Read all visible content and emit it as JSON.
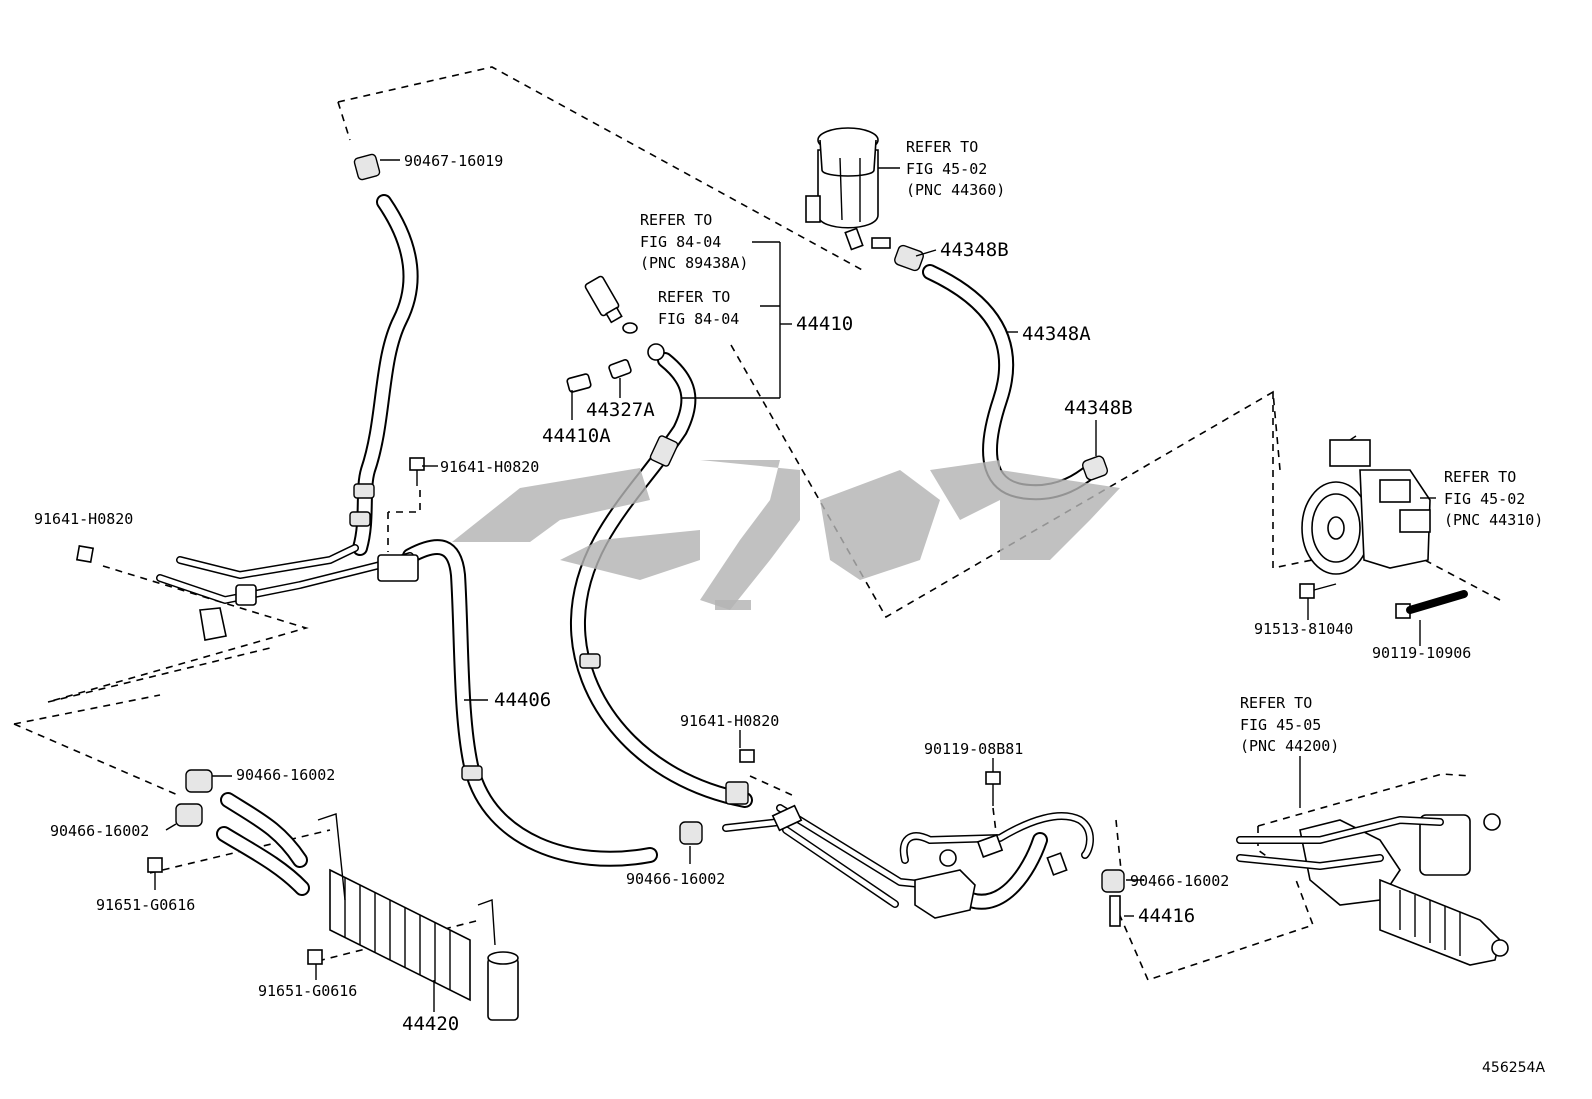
{
  "figure_code": "456254A",
  "labels": {
    "p90467_16019": "90467-16019",
    "p91641_h0820_a": "91641-H0820",
    "p91641_h0820_b": "91641-H0820",
    "p91641_h0820_c": "91641-H0820",
    "p44410": "44410",
    "p44410a": "44410A",
    "p44327a": "44327A",
    "p44348b_top": "44348B",
    "p44348a": "44348A",
    "p44348b_mid": "44348B",
    "p44406": "44406",
    "p90466_16002_a": "90466-16002",
    "p90466_16002_b": "90466-16002",
    "p90466_16002_c": "90466-16002",
    "p90466_16002_d": "90466-16002",
    "p91651_g0616_a": "91651-G0616",
    "p91651_g0616_b": "91651-G0616",
    "p44420": "44420",
    "p90119_08b81": "90119-08B81",
    "p44416": "44416",
    "p91513_81040": "91513-81040",
    "p90119_10906": "90119-10906"
  },
  "refers": {
    "reservoir": {
      "l1": "REFER TO",
      "l2": "FIG 45-02",
      "l3": "(PNC 44360)"
    },
    "switch": {
      "l1": "REFER TO",
      "l2": "FIG 84-04",
      "l3": "(PNC 89438A)"
    },
    "fig8404": {
      "l1": "REFER TO",
      "l2": "FIG 84-04"
    },
    "pump": {
      "l1": "REFER TO",
      "l2": "FIG 45-02",
      "l3": "(PNC 44310)"
    },
    "gear": {
      "l1": "REFER TO",
      "l2": "FIG 45-05",
      "l3": "(PNC 44200)"
    }
  },
  "icons": [
    "reservoir-icon",
    "pressure-switch-icon",
    "pump-icon",
    "steering-gear-icon",
    "oil-cooler-icon",
    "clamp-icon",
    "bolt-icon",
    "watermark-logo"
  ],
  "colors": {
    "line": "#000000",
    "watermark": "#b3b3b3",
    "background": "#ffffff"
  }
}
